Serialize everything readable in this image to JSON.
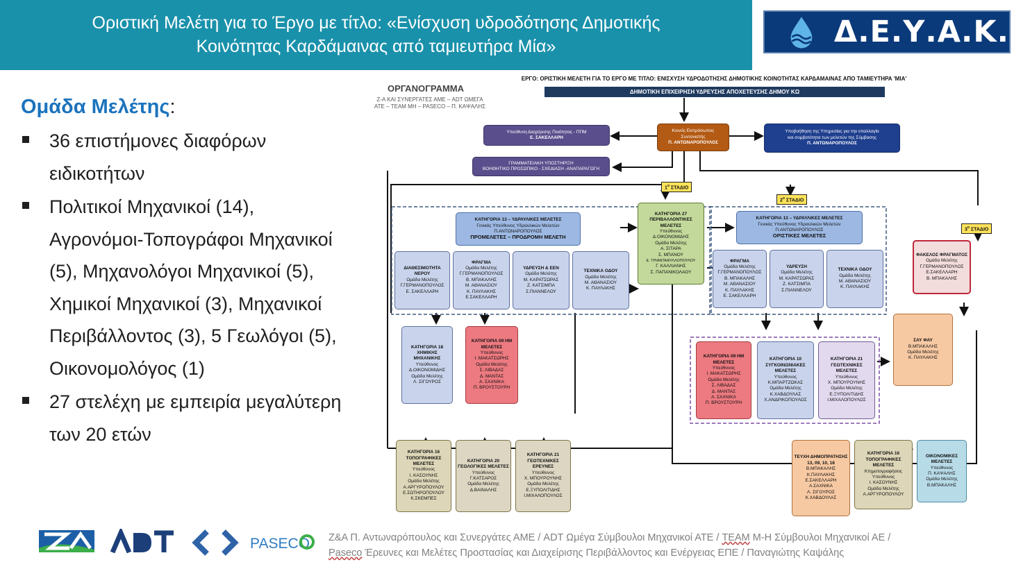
{
  "header": {
    "title_line1": "Οριστική Μελέτη για το Έργο με τίτλο: «Ενίσχυση υδροδότησης Δημοτικής",
    "title_line2": "Κοινότητας Καρδάμαινας από ταμιευτήρα Μία»",
    "logo_text": "Δ.Ε.Υ.Α.Κ."
  },
  "team": {
    "heading": "Ομάδα Μελέτης",
    "heading_suffix": ":",
    "bullets": [
      "36 επιστήμονες διαφόρων ειδικοτήτων",
      "Πολιτικοί Μηχανικοί (14), Αγρονόμοι-Τοπογράφοι Μηχανικοί (5), Μηχανολόγοι Μηχανικοί (5), Χημικοί Μηχανικοί (3), Μηχανικοί Περιβάλλοντος (3), 5 Γεωλόγοι (5), Οικονομολόγος (1)",
      "27 στελέχη με εμπειρία μεγαλύτερη των 20 ετών"
    ]
  },
  "org": {
    "title": "ΟΡΓΑΝΟΓΡΑΜΜΑ",
    "subtitle_line1": "Ζ-Α ΚΑΙ ΣΥΝΕΡΓΑΤΕΣ ΑΜΕ – ADT ΩΜΕΓΑ",
    "subtitle_line2": "ΑΤΕ – TEAM MH – PASECO – Π. ΚΑΨΑΛΗΣ",
    "project": "ΕΡΓΟ: ΟΡΙΣΤΙΚΗ ΜΕΛΕΤΗ ΓΙΑ ΤΟ ΕΡΓΟ ΜΕ ΤΙΤΛΟ: ΕΝΙΣΧΥΣΗ ΥΔΡΟΔΟΤΗΣΗΣ ΔΗΜΟΤΙΚΗΣ ΚΟΙΝΟΤΗΤΑΣ ΚΑΡΔΑΜΑΙΝΑΣ ΑΠΟ ΤΑΜΙΕΥΤΗΡΑ 'ΜΙΑ'",
    "authority": "ΔΗΜΟΤΙΚΗ ΕΠΙΧΕΙΡΗΣΗ ΥΔΡΕΥΣΗΣ ΑΠΟΧΕΤΕΥΣΗΣ ΔΗΜΟΥ ΚΩ",
    "stage1": "1",
    "stage2": "2",
    "stage3": "3",
    "stage_suffix": "ο",
    "stage_word": "ΣΤΑΔΙΟ",
    "quality": {
      "l1": "Υπεύθυνη Διαχείρισης Ποιότητας - ΠΠΜ",
      "l2": "Ε. ΣΑΚΕΛΛΑΡΗ"
    },
    "secretary": {
      "l1": "ΓΡΑΜΜΑΤΕΙΑΚΗ ΥΠΟΣΤΗΡΙΞΗ",
      "l2": "ΒΟΗΘΗΤΙΚΟ ΠΡΟΣΩΠΙΚΟ - ΣΧΕΔΙΑΣΗ -ΑΝΑΠΑΡΑΓΩΓΗ"
    },
    "coordinator": {
      "l1": "Κοινός Εκπρόσωπος",
      "l2": "Συντονιστής",
      "l3": "Π. ΑΝΤΩΝΑΡΟΠΟΥΛΟΣ"
    },
    "support": {
      "l1": "Υποβοήθηση της Υπηρεσίας για την επαλλαγία",
      "l2": "και συμβατότητα των μελετών της Σύμβασης",
      "l3": "Π. ΑΝΤΩΝΑΡΟΠΟΥΛΟΣ"
    },
    "cat13_pre": {
      "l1": "ΚΑΤΗΓΟΡΙΑ 13 – ΥΔΡΑΥΛΙΚΕΣ ΜΕΛΕΤΕΣ",
      "l2": "Γενικός Υπεύθυνος Υδραυλικών Μελετών",
      "l3": "Π.ΑΝΤΩΝΑΡΟΠΟΥΛΟΣ",
      "l4": "ΠΡΟΜΕΛΕΤΕΣ – ΠΡΟΔΡΟΜΗ ΜΕΛΕΤΗ"
    },
    "cat27": {
      "l1": "ΚΑΤΗΓΟΡΙΑ 27",
      "l2": "ΠΕΡΙΒΑΛΛΟΝΤΙΚΕΣ",
      "l3": "ΜΕΛΕΤΕΣ",
      "l4": "Υπεύθυνος",
      "l5": "Δ.ΟΙΚΟΝΟΜΙΔΗΣ",
      "l6": "Ομάδα Μελέτης",
      "l7": "Α. ΣΙΤΑΡΑ",
      "l8": "Σ. ΜΠΑΝΟΥ",
      "l9": "Ε. ΤΡΙΑΝΤΑΦΥΛΛΟΠΟΥΛΟΥ",
      "l10": "Γ. ΚΑΛΛΙΑΝΗΣ",
      "l11": "Σ. ΠΑΠΑΝΙΚΟΛΑΟΥ"
    },
    "cat13_def": {
      "l1": "ΚΑΤΗΓΟΡΙΑ 13 – ΥΔΡΑΥΛΙΚΕΣ ΜΕΛΕΤΕΣ",
      "l2": "Γενικός Υπεύθυνος Υδραυλικών Μελετών",
      "l3": "Π.ΑΝΤΩΝΑΡΟΠΟΥΛΟΣ",
      "l4": "ΟΡΙΣΤΙΚΕΣ ΜΕΛΕΤΕΣ"
    },
    "pre_boxes": [
      {
        "title": "ΔΙΑΘΕΣΙΜΟΤΗΤΑ ΝΕΡΟΥ",
        "lines": [
          "Ομάδα Μελέτης",
          "Γ.ΓΕΡΜΑΝΟΠΟΥΛΟΣ",
          "Ε. ΣΑΚΕΛΛΑΡΗ"
        ]
      },
      {
        "title": "ΦΡΑΓΜΑ",
        "lines": [
          "Ομάδα Μελέτης",
          "Γ.ΓΕΡΜΑΝΟΠΟΥΛΟΣ",
          "Β. ΜΠΑΚΑΛΗΣ",
          "Μ. ΑΘΑΝΑΣΙΟΥ",
          "Κ. ΠΑΥΛΑΚΗΣ",
          "Ε.ΣΑΚΕΛΛΑΡΗ"
        ]
      },
      {
        "title": "ΥΔΡΕΥΣΗ & ΕΕΝ",
        "lines": [
          "Ομάδα Μελέτης",
          "Μ. ΚΑΡΑΤΣΩΡΑΣ",
          "Ζ. ΚΑΤΣΙΜΠΑ",
          "Σ.ΠΙΑΝΝΕΛΟΥ"
        ]
      },
      {
        "title": "ΤΕΧΝΙΚΑ ΟΔΟΥ",
        "lines": [
          "Ομάδα Μελέτης",
          "Μ. ΑΘΑΝΑΣΙΟΥ",
          "Κ. ΠΑΥΛΑΚΗΣ"
        ]
      }
    ],
    "def_boxes": [
      {
        "title": "ΦΡΑΓΜΑ",
        "lines": [
          "Ομάδα Μελέτης",
          "Γ.ΓΕΡΜΑΝΟΠΟΥΛΟΣ",
          "Β. ΜΠΑΚΑΛΗΣ",
          "Μ. ΑΘΑΝΑΣΙΟΥ",
          "Κ. ΠΑΥΛΑΚΗΣ",
          "Ε. ΣΑΚΕΛΛΑΡΗ"
        ]
      },
      {
        "title": "ΥΔΡΕΥΣΗ",
        "lines": [
          "Ομάδα Μελέτης",
          "Μ. ΚΑΡΑΤΣΩΡΑΣ",
          "Ζ. ΚΑΤΣΙΜΠΑ",
          "Σ.ΠΙΑΝΝΕΛΟΥ"
        ]
      },
      {
        "title": "ΤΕΧΝΙΚΑ ΟΔΟΥ",
        "lines": [
          "Ομάδα Μελέτης",
          "Μ. ΑΘΑΝΑΣΙΟΥ",
          "Κ. ΠΑΥΛΑΚΗΣ"
        ]
      }
    ],
    "dam_file": {
      "title": "ΦΑΚΕΛΟΣ ΦΡΑΓΜΑΤΟΣ",
      "lines": [
        "Ομάδα Μελέτης",
        "Γ.ΓΕΡΜΑΝΟΠΟΥΛΟΣ",
        "Ε.ΣΑΚΕΛΛΑΡΗ",
        "Β. ΜΠΑΚΑΛΗΣ"
      ]
    },
    "cat18": {
      "title": "ΚΑΤΗΓΟΡΙΑ 18 ΧΗΜΙΚΗΣ ΜΗΧΑΝΙΚΗΣ",
      "lines": [
        "Υπεύθυνος",
        "Δ.ΟΙΚΟΝΟΜΙΔΗΣ",
        "Ομάδα Μελέτης",
        "Λ. ΣΙΓΟΥΡΟΣ"
      ]
    },
    "cat09_left": {
      "title": "ΚΑΤΗΓΟΡΙΑ 09 ΗΜ ΜΕΛΕΤΕΣ",
      "lines": [
        "Υπεύθυνος",
        "Ι. ΜΑΚΑΤΣΩΡΗΣ",
        "Ομάδα Μελέτης",
        "Σ. ΛΙΒΑΔΑΣ",
        "Δ. ΜΑΝΤΑΣ",
        "Α. ΣΑΧΝΙΚΑ",
        "Π. ΒΡΟΥΣΤΟΥΡΗ"
      ]
    },
    "cat09_right": {
      "title": "ΚΑΤΗΓΟΡΙΑ 09 ΗΜ ΜΕΛΕΤΕΣ",
      "lines": [
        "Υπεύθυνος",
        "Ι. ΜΑΚΑΤΣΩΡΗΣ",
        "Ομάδα Μελέτης",
        "Σ. ΛΙΒΑΔΑΣ",
        "Δ. ΜΑΝΤΑΣ",
        "Α. ΣΑΧΝΙΚΑ",
        "Π. ΒΡΟΥΣΤΟΥΡΗ"
      ]
    },
    "cat10": {
      "title": "ΚΑΤΗΓΟΡΙΑ 10 ΣΥΓΚΟΙΝΩΝΙΑΚΕΣ ΜΕΛΕΤΕΣ",
      "lines": [
        "Υπεύθυνος",
        "Κ.ΜΠΑΡΤΖΩΚΑΣ",
        "Ομάδα Μελέτης",
        "Κ.ΧΑΒΔΟΥΛΑΣ",
        "Χ.ΑΝΔΡΙΚΟΠΟΥΛΟΣ"
      ]
    },
    "cat21_right": {
      "title": "ΚΑΤΗΓΟΡΙΑ 21 ΓΕΩΤΕΧΝΙΚΕΣ ΜΕΛΕΤΕΣ",
      "lines": [
        "Υπεύθυνος",
        "Χ. ΜΠΟΥΡΟΥΝΗΣ",
        "Ομάδα Μελέτης",
        "Ε.ΞΥΠΟΛΙΤΙΔΗΣ",
        "Ι.ΜΙΧΑΛΟΠΟΥΛΟΣ"
      ]
    },
    "zay": {
      "title": "ΣΑΥ ΦΑΥ",
      "lines": [
        "Β.ΜΠΑΚΑΛΗΣ",
        "Ομάδα Μελέτης",
        "Κ. ΠΑΥΛΑΚΗΣ"
      ]
    },
    "cat16_left": {
      "title": "ΚΑΤΗΓΟΡΙΑ 16 ΤΟΠΟΓΡΑΦΙΚΕΣ ΜΕΛΕΤΕΣ",
      "lines": [
        "Υπεύθυνος",
        "Ι. ΚΑΣΟΥΝΗΣ",
        "Ομάδα Μελέτης",
        "Α.ΑΡΓΥΡΟΠΟΥΛΟΥ",
        "Ε.ΣΩΤΗΡΟΠΟΥΛΟΥ",
        "Κ.ΣΚΕΜΠΕΣ"
      ]
    },
    "cat20": {
      "title": "ΚΑΤΗΓΟΡΙΑ 20 ΓΕΩΛΟΓΙΚΕΣ ΜΕΛΕΤΕΣ",
      "lines": [
        "Υπεύθυνος",
        "Γ.ΚΑΤΣΑΡΟΣ",
        "Ομάδα Μελέτης",
        "Δ.ΒΑΙΝΑΛΗΣ"
      ]
    },
    "cat21_left": {
      "title": "ΚΑΤΗΓΟΡΙΑ 21 ΓΕΩΤΕΧΝΙΚΕΣ ΕΡΕΥΝΕΣ",
      "lines": [
        "Υπεύθυνος",
        "Χ. ΜΠΟΥΡΟΥΝΗΣ",
        "Ομάδα Μελέτης",
        "Ε.ΞΥΠΟΛΙΤΙΔΗΣ",
        "Ι.ΜΙΧΑΛΟΠΟΥΛΟΣ"
      ]
    },
    "tender": {
      "title": "ΤΕΥΧΗ ΔΗΜΟΠΡΑΤΗΣΗΣ 13, 09, 10, 18",
      "lines": [
        "Β.ΜΠΑΚΑΛΗΣ",
        "Κ.ΠΑΥΛΑΚΗΣ",
        "Ε.ΣΑΚΕΛΛΑΡΗ",
        "Α.ΣΑΧΝΙΚΑ",
        "Λ. ΣΙΓΟΥΡΟΣ",
        "Κ.ΧΑΒΔΟΥΛΑΣ"
      ]
    },
    "cat16_right": {
      "title": "ΚΑΤΗΓΟΡΙΑ 16 ΤΟΠΟΓΡΑΦΙΚΕΣ ΜΕΛΕΤΕΣ",
      "lines": [
        "Κτηματογραφήσεις",
        "Υπεύθυνος",
        "Ι. ΚΑΣΟΥΝΗΣ",
        "Ομάδα Μελέτης",
        "Α.ΑΡΓΥΡΟΠΟΥΛΟΥ"
      ]
    },
    "economic": {
      "title": "ΟΙΚΟΝΟΜΙΚΕΣ ΜΕΛΕΤΕΣ",
      "lines": [
        "Υπεύθυνος",
        "Π. ΚΑΨΑΛΗΣ",
        "Ομάδα Μελέτης",
        "Β.ΜΠΑΚΑΛΗΣ"
      ]
    }
  },
  "footer": {
    "logos": [
      "ZA",
      "ADT",
      "PASECO"
    ],
    "line1_a": "Ζ&Α Π. Αντωναρόπουλος και Συνεργάτες ΑΜΕ / ADT Ωμέγα Σύμβουλοι Μηχανικοί ΑΤΕ / ",
    "line1_b": "TEAM",
    "line1_c": " Μ-Η Σύμβουλοι Μηχανικοί ΑΕ /",
    "line2_a": "Paseco",
    "line2_b": " Έρευνες και Μελέτες Προστασίας και Διαχείρισης Περιβάλλοντος και Ενέργειας ΕΠΕ / Παναγιώτης Καψάλης"
  },
  "colors": {
    "header": "#1a91ab",
    "heading_blue": "#1b73bd",
    "logo_bg": "#0a3a7a"
  }
}
